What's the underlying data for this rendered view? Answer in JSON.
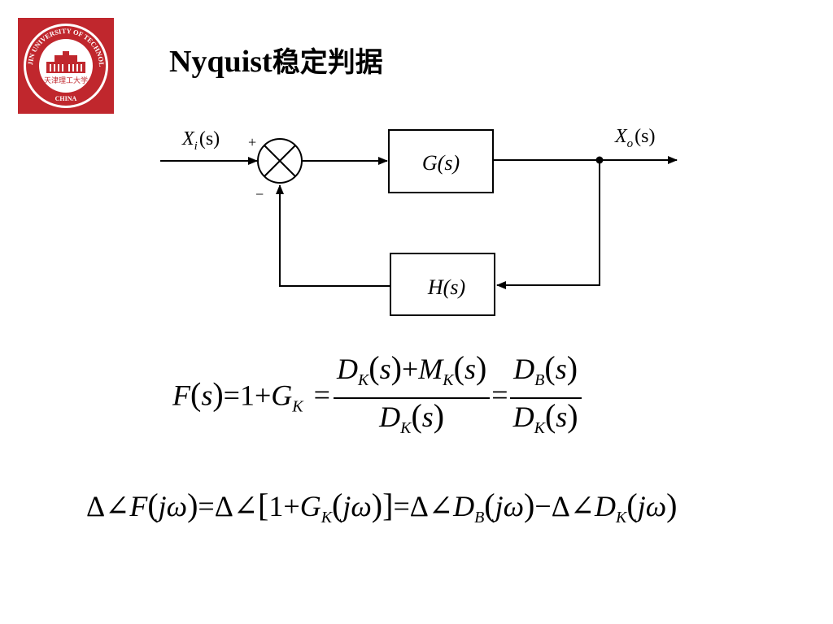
{
  "slide": {
    "title_latin": "Nyquist",
    "title_cjk": "稳定判据",
    "logo": {
      "ring_text": "TIANJIN UNIVERSITY OF TECHNOLOGY",
      "bottom_text": "CHINA",
      "center_text": "天津理工大学",
      "colors": {
        "ring": "#c0272d",
        "inner": "#ffffff"
      }
    }
  },
  "diagram": {
    "input": {
      "var": "X",
      "sub": "i",
      "arg": "(s)"
    },
    "output": {
      "var": "X",
      "sub": "o",
      "arg": "(s)"
    },
    "sum_plus": "+",
    "sum_minus": "−",
    "forward_block": "G(s)",
    "feedback_block": "H(s)"
  },
  "equations": {
    "eq1": {
      "lhs": "F",
      "one_plus": "=1+",
      "gk_var": "G",
      "gk_sub": "K",
      "eq": "=",
      "frac1_num": {
        "a": "D",
        "a_sub": "K",
        "op": "+",
        "b": "M",
        "b_sub": "K"
      },
      "frac1_den": {
        "a": "D",
        "a_sub": "K"
      },
      "frac2_num": {
        "a": "D",
        "a_sub": "B"
      },
      "frac2_den": {
        "a": "D",
        "a_sub": "K"
      },
      "arg": "s"
    },
    "eq2": {
      "delta": "Δ∠",
      "f": "F",
      "arg": "jω",
      "one_plus": "1+",
      "g": "G",
      "g_sub": "K",
      "d": "D",
      "b_sub": "B",
      "k_sub": "K",
      "minus": "−",
      "eq": "="
    }
  }
}
